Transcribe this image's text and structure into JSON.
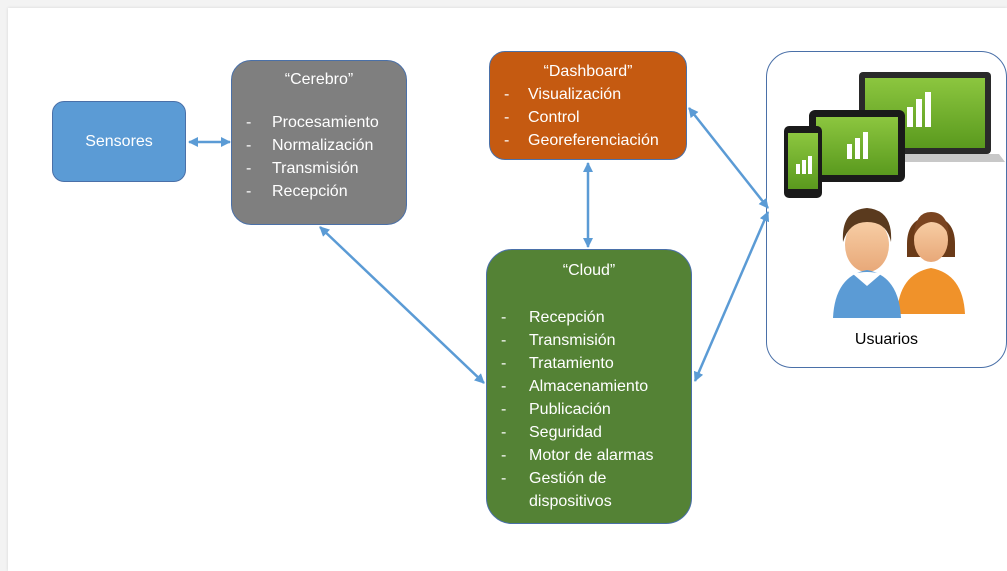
{
  "nodes": {
    "sensores": {
      "label": "Sensores"
    },
    "cerebro": {
      "title": "“Cerebro”",
      "items": [
        "Procesamiento",
        "Normalización",
        "Transmisión",
        "Recepción"
      ]
    },
    "dashboard": {
      "title": "“Dashboard”",
      "items": [
        "Visualización",
        "Control",
        "Georeferenciación"
      ]
    },
    "cloud": {
      "title": "“Cloud”",
      "items": [
        "Recepción",
        "Transmisión",
        "Tratamiento",
        "Almacenamiento",
        "Publicación",
        "Seguridad",
        "Motor de alarmas",
        "Gestión de",
        "dispositivos"
      ]
    },
    "users": {
      "label": "Usuarios"
    }
  },
  "bullet": "-",
  "colors": {
    "sensores": "#5b9bd5",
    "cerebro": "#7f7f7f",
    "dashboard": "#c55a11",
    "cloud": "#548235",
    "border": "#4a70a8",
    "arrow": "#5b9bd5"
  }
}
